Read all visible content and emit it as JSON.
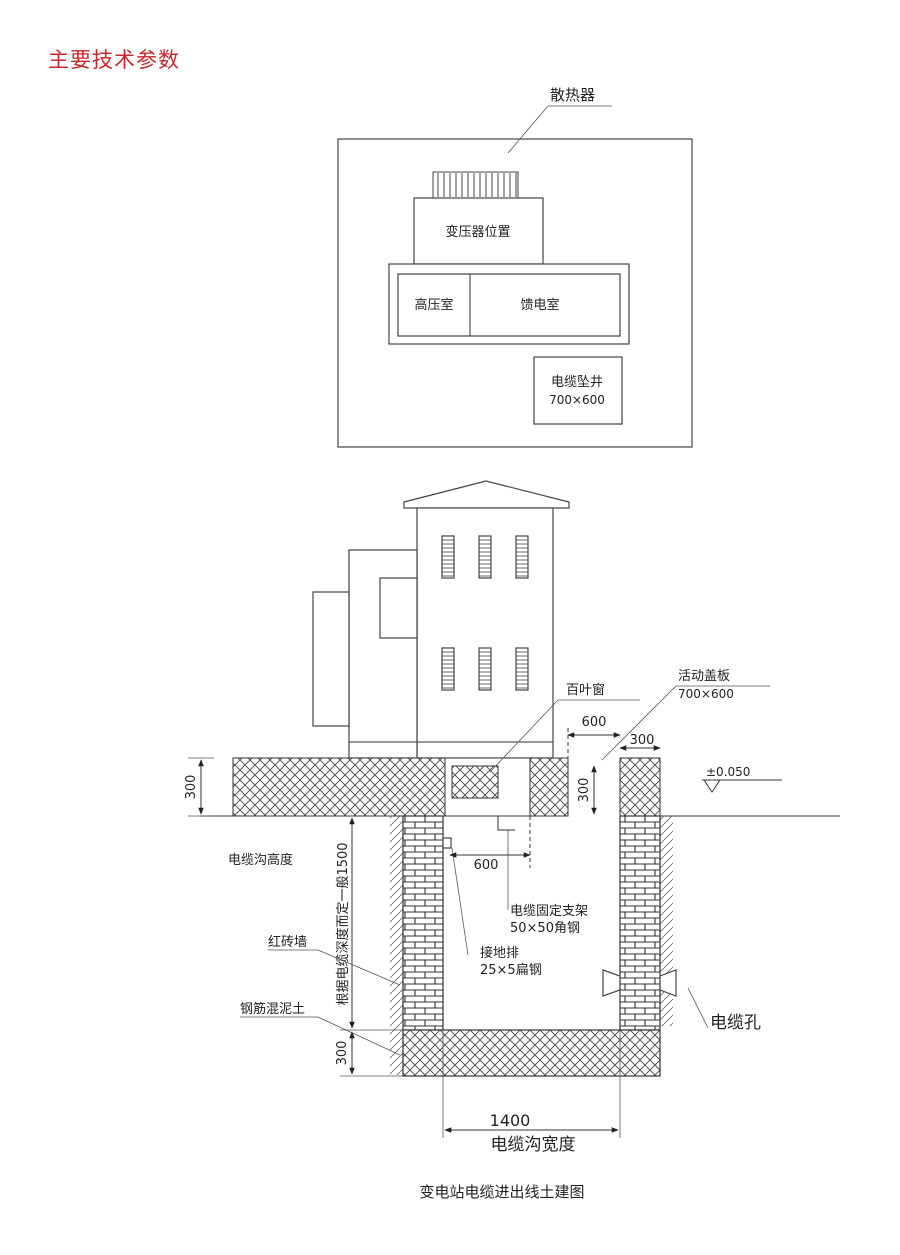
{
  "heading": "主要技术参数",
  "plan": {
    "radiator_label": "散热器",
    "transformer_label": "变压器位置",
    "hv_room_label": "高压室",
    "feeder_room_label": "馈电室",
    "cable_well_label": "电缆坠井",
    "cable_well_size": "700×600"
  },
  "section": {
    "louver_label": "百叶窗",
    "cover_label": "活动盖板",
    "cover_size": "700×600",
    "dim_600_top": "600",
    "dim_300_right": "300",
    "dim_300_left": "300",
    "dim_300_cover": "300",
    "elevation": "±0.050",
    "trench_height_label": "电缆沟高度",
    "depth_note": "根据电缆深度而定一般1500",
    "dim_600_inner": "600",
    "bracket_label": "电缆固定支架",
    "bracket_spec": "50×50角钢",
    "ground_bar_label": "接地排",
    "ground_bar_spec": "25×5扁钢",
    "brick_wall_label": "红砖墙",
    "concrete_label": "钢筋混泥土",
    "dim_300_bottom": "300",
    "cable_hole_label": "电缆孔",
    "width_dim": "1400",
    "width_label": "电缆沟宽度"
  },
  "caption": "变电站电缆进出线土建图"
}
